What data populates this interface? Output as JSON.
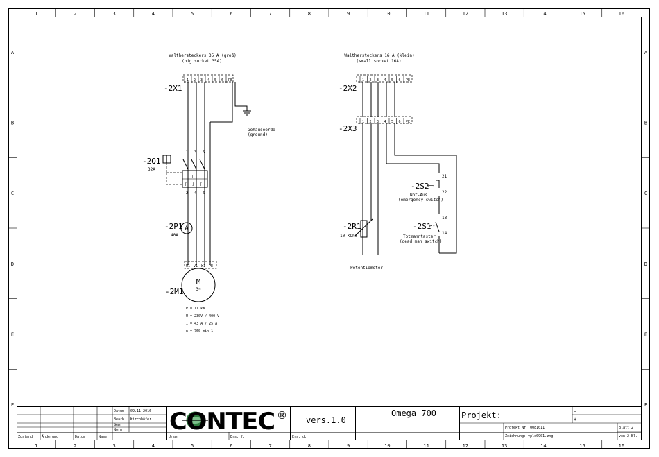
{
  "frame": {
    "columns": [
      "1",
      "2",
      "3",
      "4",
      "5",
      "6",
      "7",
      "8",
      "9",
      "10",
      "11",
      "12",
      "13",
      "14",
      "15",
      "16"
    ],
    "rows": [
      "A",
      "B",
      "C",
      "D",
      "E",
      "F"
    ]
  },
  "left_plug": {
    "title": "Walthersteckers 35 A (groß)",
    "subtitle": "(big socket 35A)",
    "label": "-2X1",
    "pins": [
      "1",
      "2",
      "3",
      "4",
      "5",
      "6",
      "PE"
    ],
    "ground_label": "Gehäuseerde",
    "ground_sub": "(ground)"
  },
  "breaker": {
    "label": "-2Q1",
    "rating": "32A",
    "top_pins": [
      "1",
      "3",
      "5"
    ],
    "bottom_pins": [
      "2",
      "4",
      "6"
    ]
  },
  "ammeter": {
    "label": "-2P1",
    "rating": "40A",
    "symbol": "A"
  },
  "motor": {
    "label": "-2M1",
    "terminals": [
      "U1",
      "V1",
      "W1",
      "PE"
    ],
    "symbol": "M",
    "phase": "3~",
    "specs": [
      "P = 11 kW",
      "U = 230V / 400 V",
      "I = 43 A / 25 A",
      "n = 760 min-1"
    ]
  },
  "right_plug": {
    "title": "Walthersteckers 16 A (klein)",
    "subtitle": "(small socket 16A)",
    "label_top": "-2X2",
    "label_bottom": "-2X3",
    "pins": [
      "1",
      "2",
      "3",
      "4",
      "5",
      "6",
      "PE"
    ]
  },
  "pot": {
    "label": "-2R1",
    "value": "10 KOhm",
    "caption": "Potentiometer"
  },
  "emergency": {
    "label": "-2S2",
    "text": "Not-Aus",
    "sub": "(emergency switch)",
    "pin_top": "21",
    "pin_bottom": "22"
  },
  "deadman": {
    "label": "-2S1",
    "text": "Totmanntaster",
    "sub": "(dead man switch)",
    "pin_top": "13",
    "pin_bottom": "14"
  },
  "title_block": {
    "datum_label": "Datum",
    "datum_value": "09.11.2016",
    "bearb_label": "Bearb.",
    "bearb_value": "Kirchhöfer",
    "gepr_label": "Gepr.",
    "norm_label": "Norm",
    "zustand": "Zustand",
    "aenderung": "Änderung",
    "datum2": "Datum",
    "name": "Name",
    "urspr": "Urspr.",
    "ers_f": "Ers. f.",
    "ers_d": "Ers. d.",
    "logo": "CONTEC",
    "logo_mark": "®",
    "version": "vers.1.0",
    "machine": "Omega 700",
    "projekt_label": "Projekt:",
    "eq": "=",
    "plus": "+",
    "projekt_nr": "Projekt Nr. 0081011",
    "zeichnung": "Zeichnung: vplo0901.zng",
    "blatt": "Blatt 2",
    "von": "von 2 Bl."
  }
}
